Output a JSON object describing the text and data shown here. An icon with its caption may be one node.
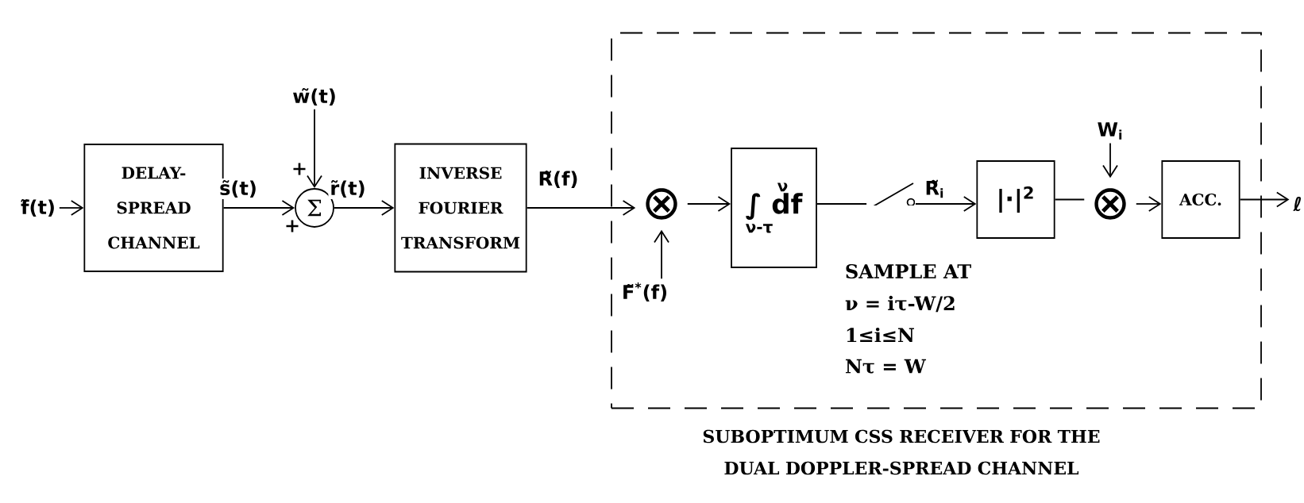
{
  "diagram": {
    "nodes": [
      {
        "text": [
          "f̃(t)"
        ]
      },
      {
        "text": [
          "DELAY- SPREAD CHANNEL"
        ]
      },
      {
        "text": [
          "w̃(t)"
        ]
      },
      {
        "text": [
          "Σ"
        ]
      },
      {
        "text": [
          "INVERSE FOURIER TRANSFORM"
        ]
      },
      {
        "text": [],
        "shape": "box",
        "beside": [
          "SUBOPTIMUM CSS RECEIVER FOR THE DUAL DOPPLER-SPREAD CHANNEL"
        ]
      },
      {
        "text": [
          "⊗"
        ],
        "in": 5
      },
      {
        "text": [
          "F̃$^{*}$(f)"
        ],
        "in": 5
      },
      {
        "text": [
          "ν",
          "∫ df",
          "ν-τ"
        ],
        "in": 5
      },
      {
        "text": [],
        "shape": "switch",
        "in": 5
      },
      {
        "text": [
          "|·|$^{2}$"
        ],
        "in": 5
      },
      {
        "text": [
          "W$_{i}$"
        ],
        "in": 5
      },
      {
        "text": [
          "⊗"
        ],
        "in": 5
      },
      {
        "text": [
          "ACC."
        ],
        "in": 5
      },
      {
        "text": [
          "ℓ"
        ]
      }
    ],
    "edges": [
      {
        "from": 0,
        "to": 1,
        "arrow": "to"
      },
      {
        "from": 1,
        "to": 3,
        "arrow": "to",
        "label": "s̃(t)"
      },
      {
        "from": 2,
        "to": 3,
        "arrow": "to"
      },
      {
        "from": 3,
        "to": 4,
        "arrow": "to",
        "label": "r̃(t)"
      },
      {
        "from": 4,
        "to": 6,
        "arrow": "to",
        "label": "R̃(f)"
      },
      {
        "from": 7,
        "to": 6,
        "arrow": "to"
      },
      {
        "from": 6,
        "to": 8,
        "arrow": "to"
      },
      {
        "from": 8,
        "to": 9,
        "arrow": "none"
      },
      {
        "from": 9,
        "to": 10,
        "arrow": "to",
        "label": "R̃$_{i}$"
      },
      {
        "from": 10,
        "to": 12,
        "arrow": "none"
      },
      {
        "from": 11,
        "to": 12,
        "arrow": "to"
      },
      {
        "from": 12,
        "to": 13,
        "arrow": "to"
      },
      {
        "from": 13,
        "to": 14,
        "arrow": "to"
      }
    ],
    "labels": [
      "+",
      "+",
      "SAMPLE AT",
      "ν = iτ-W/2",
      "1≤i≤N",
      "Nτ = W"
    ]
  }
}
